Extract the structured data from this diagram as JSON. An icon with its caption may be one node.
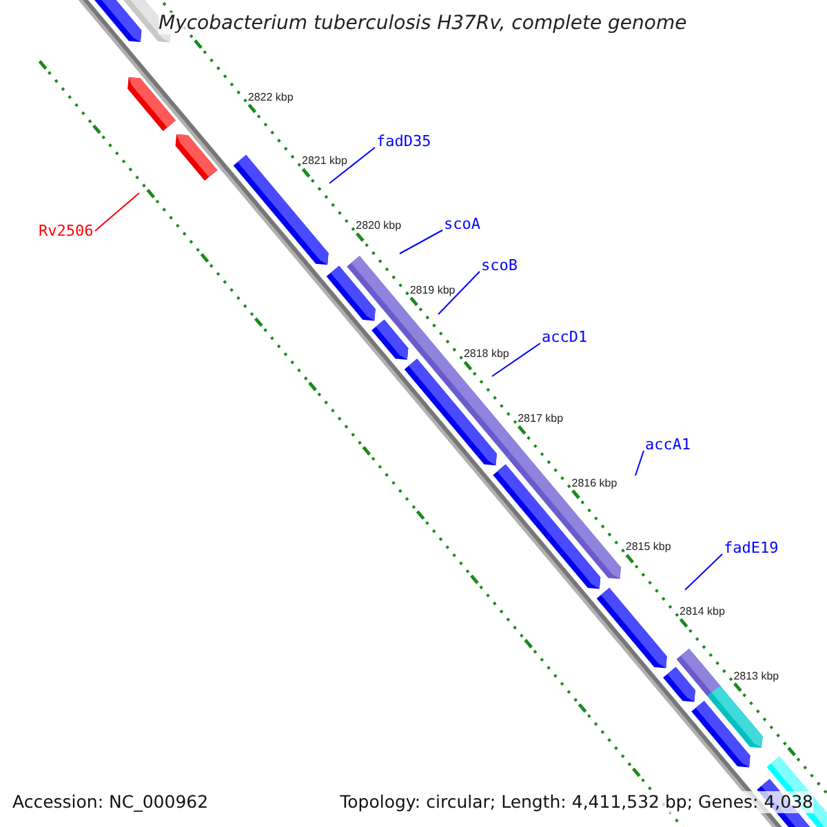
{
  "diagram": {
    "title": "Mycobacterium tuberculosis H37Rv, complete genome",
    "nodes": [
      {
        "text": [
          "fadD35"
        ]
      },
      {
        "text": [
          "scoA"
        ]
      },
      {
        "text": [
          "scoB"
        ]
      },
      {
        "text": [
          "accD1"
        ]
      },
      {
        "text": [
          "accA1"
        ]
      },
      {
        "text": [
          "fadE19"
        ]
      },
      {
        "text": [
          "Rv2506"
        ]
      }
    ],
    "edges": [
      {
        "from": 0,
        "to": null,
        "arrow": "none"
      },
      {
        "from": 1,
        "to": null,
        "arrow": "none"
      },
      {
        "from": 2,
        "to": null,
        "arrow": "none"
      },
      {
        "from": 3,
        "to": null,
        "arrow": "none"
      },
      {
        "from": 4,
        "to": null,
        "arrow": "none"
      },
      {
        "from": 5,
        "to": null,
        "arrow": "none"
      },
      {
        "from": 6,
        "to": null,
        "arrow": "none",
        "color": "#ff0000"
      }
    ],
    "labels": [
      "2822 kbp",
      "2821 kbp",
      "2820 kbp",
      "2819 kbp",
      "2818 kbp",
      "2817 kbp",
      "2816 kbp",
      "2815 kbp",
      "2814 kbp",
      "2813 kbp",
      "Accession: NC_000962",
      "Topology: circular; Length: 4,411,532 bp; Genes: 4,038"
    ]
  }
}
